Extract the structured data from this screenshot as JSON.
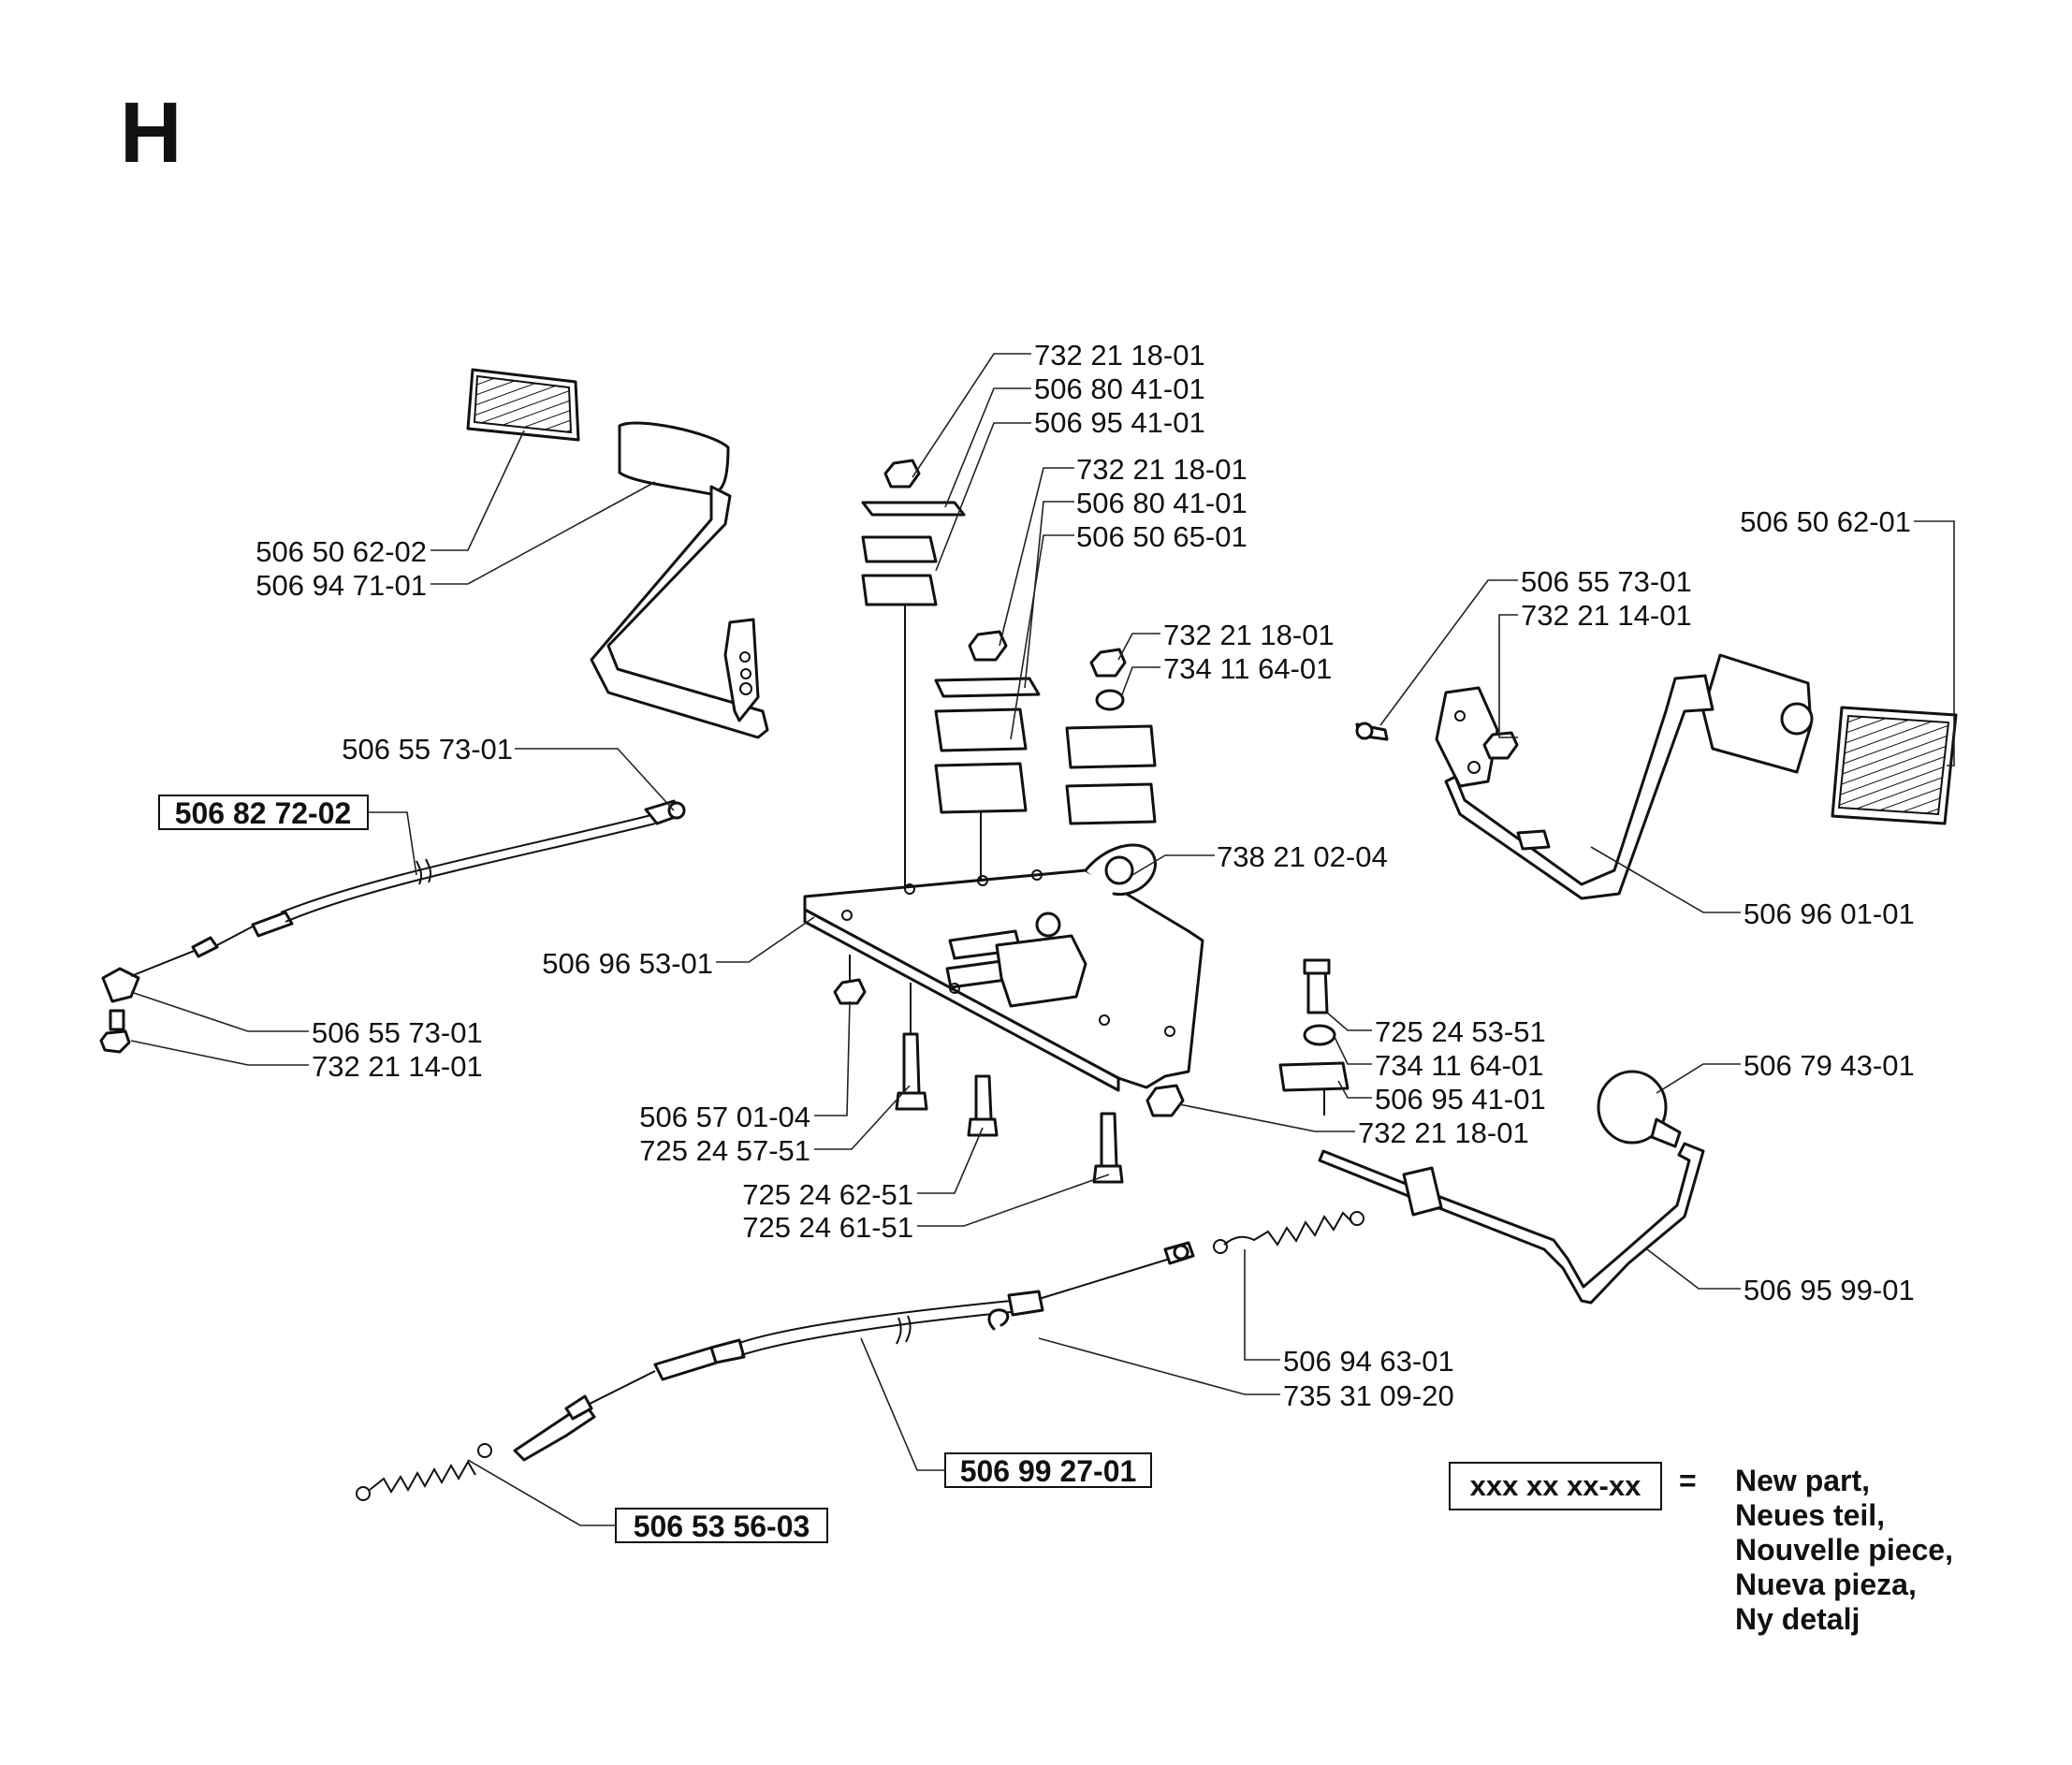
{
  "section": "H",
  "callouts": [
    {
      "id": "c1",
      "text": "732 21 18-01",
      "new": false
    },
    {
      "id": "c2",
      "text": "506 80 41-01",
      "new": false
    },
    {
      "id": "c3",
      "text": "506 95 41-01",
      "new": false
    },
    {
      "id": "c4",
      "text": "732 21 18-01",
      "new": false
    },
    {
      "id": "c5",
      "text": "506 80 41-01",
      "new": false
    },
    {
      "id": "c6",
      "text": "506 50 65-01",
      "new": false
    },
    {
      "id": "c7",
      "text": "732 21 18-01",
      "new": false
    },
    {
      "id": "c8",
      "text": "734 11 64-01",
      "new": false
    },
    {
      "id": "c9",
      "text": "506 50 62-02",
      "new": false
    },
    {
      "id": "c10",
      "text": "506 94 71-01",
      "new": false
    },
    {
      "id": "c11",
      "text": "506 50 62-01",
      "new": false
    },
    {
      "id": "c12",
      "text": "506 55 73-01",
      "new": false
    },
    {
      "id": "c13",
      "text": "732 21 14-01",
      "new": false
    },
    {
      "id": "c14",
      "text": "506 55 73-01",
      "new": false
    },
    {
      "id": "c15",
      "text": "506 82 72-02",
      "new": true
    },
    {
      "id": "c16",
      "text": "738 21 02-04",
      "new": false
    },
    {
      "id": "c17",
      "text": "506 96 01-01",
      "new": false
    },
    {
      "id": "c18",
      "text": "506 96 53-01",
      "new": false
    },
    {
      "id": "c19",
      "text": "506 55 73-01",
      "new": false
    },
    {
      "id": "c20",
      "text": "732 21 14-01",
      "new": false
    },
    {
      "id": "c21",
      "text": "725 24 53-51",
      "new": false
    },
    {
      "id": "c22",
      "text": "734 11 64-01",
      "new": false
    },
    {
      "id": "c23",
      "text": "506 95 41-01",
      "new": false
    },
    {
      "id": "c24",
      "text": "732 21 18-01",
      "new": false
    },
    {
      "id": "c25",
      "text": "506 79 43-01",
      "new": false
    },
    {
      "id": "c26",
      "text": "506 57 01-04",
      "new": false
    },
    {
      "id": "c27",
      "text": "725 24 57-51",
      "new": false
    },
    {
      "id": "c28",
      "text": "725 24 62-51",
      "new": false
    },
    {
      "id": "c29",
      "text": "725 24 61-51",
      "new": false
    },
    {
      "id": "c30",
      "text": "506 95 99-01",
      "new": false
    },
    {
      "id": "c31",
      "text": "506 94 63-01",
      "new": false
    },
    {
      "id": "c32",
      "text": "735 31 09-20",
      "new": false
    },
    {
      "id": "c33",
      "text": "506 99 27-01",
      "new": true
    },
    {
      "id": "c34",
      "text": "506 53 56-03",
      "new": true
    }
  ],
  "legend": {
    "key": "xxx xx xx-xx",
    "equals": "=",
    "lines": [
      "New part,",
      "Neues teil,",
      "Nouvelle piece,",
      "Nueva pieza,",
      "Ny detalj"
    ]
  }
}
